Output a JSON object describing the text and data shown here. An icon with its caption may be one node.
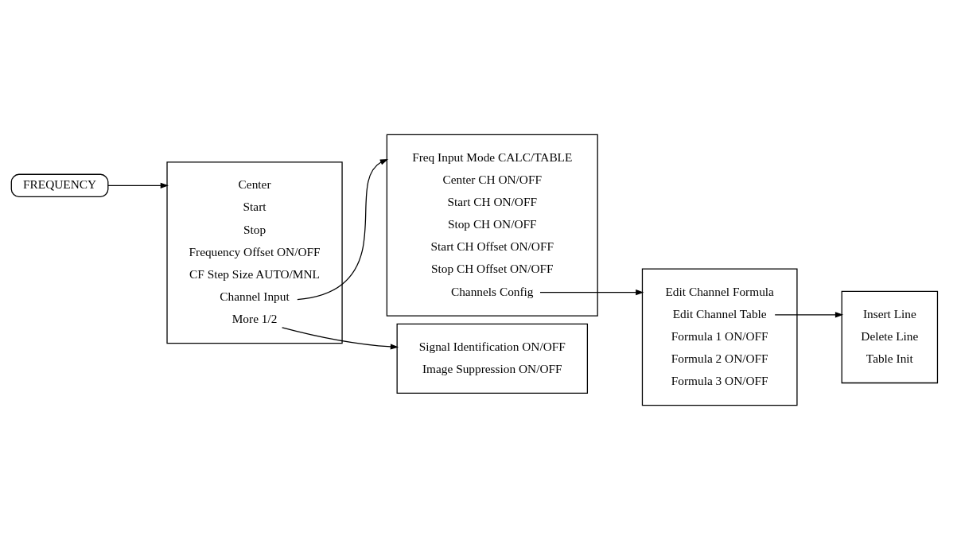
{
  "diagram": {
    "nodes": [
      {
        "text": [
          "FREQUENCY"
        ]
      },
      {
        "text": [],
        "shape": "box"
      },
      {
        "text": [
          "Center"
        ],
        "in": 1
      },
      {
        "text": [
          "Start"
        ],
        "in": 1
      },
      {
        "text": [
          "Stop"
        ],
        "in": 1
      },
      {
        "text": [
          "Frequency Offset ON/OFF"
        ],
        "in": 1
      },
      {
        "text": [
          "CF Step Size AUTO/MNL"
        ],
        "in": 1
      },
      {
        "text": [
          "Channel Input"
        ],
        "in": 1
      },
      {
        "text": [
          "More 1/2"
        ],
        "in": 1
      },
      {
        "text": [],
        "shape": "box"
      },
      {
        "text": [
          "Freq Input Mode CALC/TABLE"
        ],
        "in": 9
      },
      {
        "text": [
          "Center CH ON/OFF"
        ],
        "in": 9
      },
      {
        "text": [
          "Start CH ON/OFF"
        ],
        "in": 9
      },
      {
        "text": [
          "Stop CH ON/OFF"
        ],
        "in": 9
      },
      {
        "text": [
          "Start CH Offset ON/OFF"
        ],
        "in": 9
      },
      {
        "text": [
          "Stop CH Offset ON/OFF"
        ],
        "in": 9
      },
      {
        "text": [
          "Channels Config"
        ],
        "in": 9
      },
      {
        "text": [],
        "shape": "box"
      },
      {
        "text": [
          "Signal Identification ON/OFF"
        ],
        "in": 17
      },
      {
        "text": [
          "Image Suppression ON/OFF"
        ],
        "in": 17
      },
      {
        "text": [],
        "shape": "box"
      },
      {
        "text": [
          "Edit Channel Formula"
        ],
        "in": 20
      },
      {
        "text": [
          "Edit Channel Table"
        ],
        "in": 20
      },
      {
        "text": [
          "Formula 1 ON/OFF"
        ],
        "in": 20
      },
      {
        "text": [
          "Formula 2 ON/OFF"
        ],
        "in": 20
      },
      {
        "text": [
          "Formula 3 ON/OFF"
        ],
        "in": 20
      },
      {
        "text": [],
        "shape": "box"
      },
      {
        "text": [
          "Insert Line"
        ],
        "in": 26
      },
      {
        "text": [
          "Delete Line"
        ],
        "in": 26
      },
      {
        "text": [
          "Table Init"
        ],
        "in": 26
      }
    ],
    "edges": [
      {
        "from": 0,
        "to": 1,
        "arrow": "to"
      },
      {
        "from": 7,
        "to": 9,
        "arrow": "to"
      },
      {
        "from": 8,
        "to": 17,
        "arrow": "to"
      },
      {
        "from": 16,
        "to": 20,
        "arrow": "to"
      },
      {
        "from": 22,
        "to": 26,
        "arrow": "to"
      }
    ]
  }
}
